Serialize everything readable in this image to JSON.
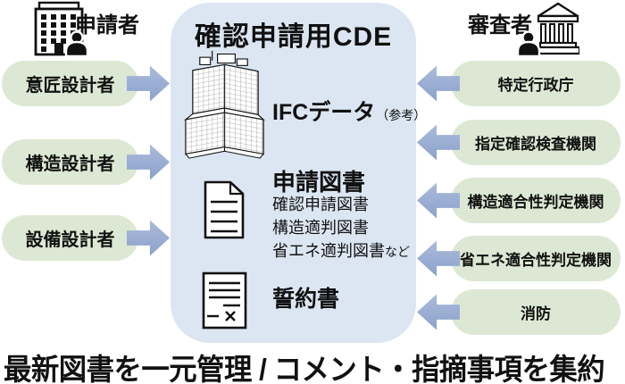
{
  "applicant": {
    "label": "申請者"
  },
  "reviewer": {
    "label": "審査者"
  },
  "left_pills": [
    {
      "label": "意匠設計者"
    },
    {
      "label": "構造設計者"
    },
    {
      "label": "設備設計者"
    }
  ],
  "right_pills": [
    {
      "label": "特定行政庁"
    },
    {
      "label": "指定確認検査機関"
    },
    {
      "label": "構造適合性判定機関"
    },
    {
      "label": "省エネ適合性判定機関"
    },
    {
      "label": "消防"
    }
  ],
  "cde": {
    "title": "確認申請用CDE",
    "ifc_label": "IFCデータ",
    "ifc_note": "（参考）",
    "docs_heading": "申請図書",
    "docs_items": [
      {
        "text": "確認申請図書",
        "suffix": ""
      },
      {
        "text": "構造適判図書",
        "suffix": ""
      },
      {
        "text": "省エネ適判図書",
        "suffix": "など"
      }
    ],
    "pledge_label": "誓約書"
  },
  "caption": "最新図書を一元管理 / コメント・指摘事項を集約",
  "colors": {
    "panel": "#dce6f2",
    "pill": "#dce8d3",
    "arrow": "#93a9d1",
    "text": "#111111"
  }
}
